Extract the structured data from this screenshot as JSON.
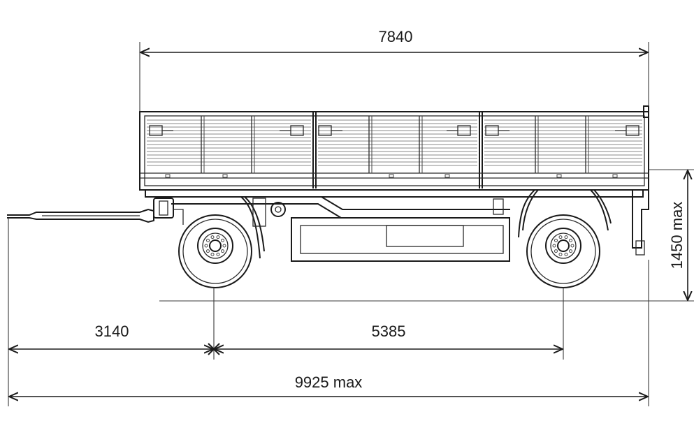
{
  "dimensions": {
    "overall_body_length": "7840",
    "overall_height": "1450 max",
    "drawbar_to_front_axle": "3140",
    "wheelbase": "5385",
    "overall_length": "9925 max"
  },
  "colors": {
    "line": "#1a1a1a",
    "slat": "#8a8a8a",
    "background": "#ffffff"
  }
}
